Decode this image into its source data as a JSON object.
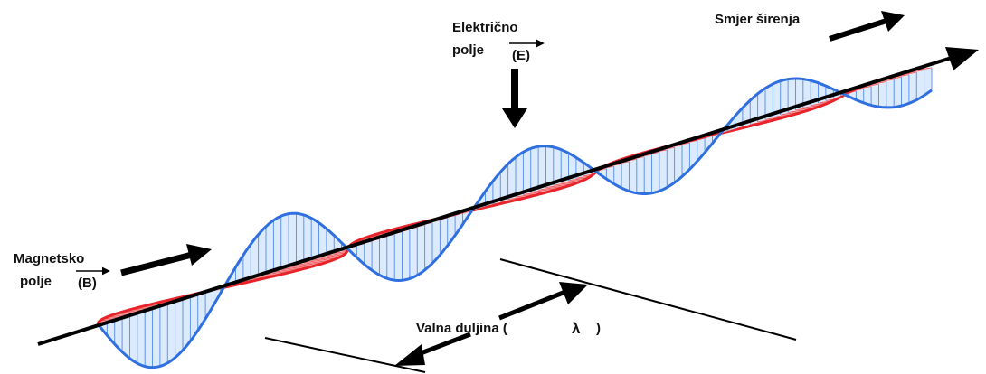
{
  "labels": {
    "electric_line1": "Električno",
    "electric_line2": "polje",
    "electric_symbol": "(E)",
    "magnetic_line1": "Magnetsko",
    "magnetic_line2": "polje",
    "magnetic_symbol": "(B)",
    "propagation": "Smjer širenja",
    "wavelength": "Valna duljina (",
    "wavelength_symbol": "λ",
    "wavelength_close": ")"
  },
  "colors": {
    "electric": "#2f6fe0",
    "electric_fill": "#cfe3fb",
    "magnetic": "#e8242a",
    "magnetic_fill": "#fbd3d3",
    "axis": "#000000"
  }
}
